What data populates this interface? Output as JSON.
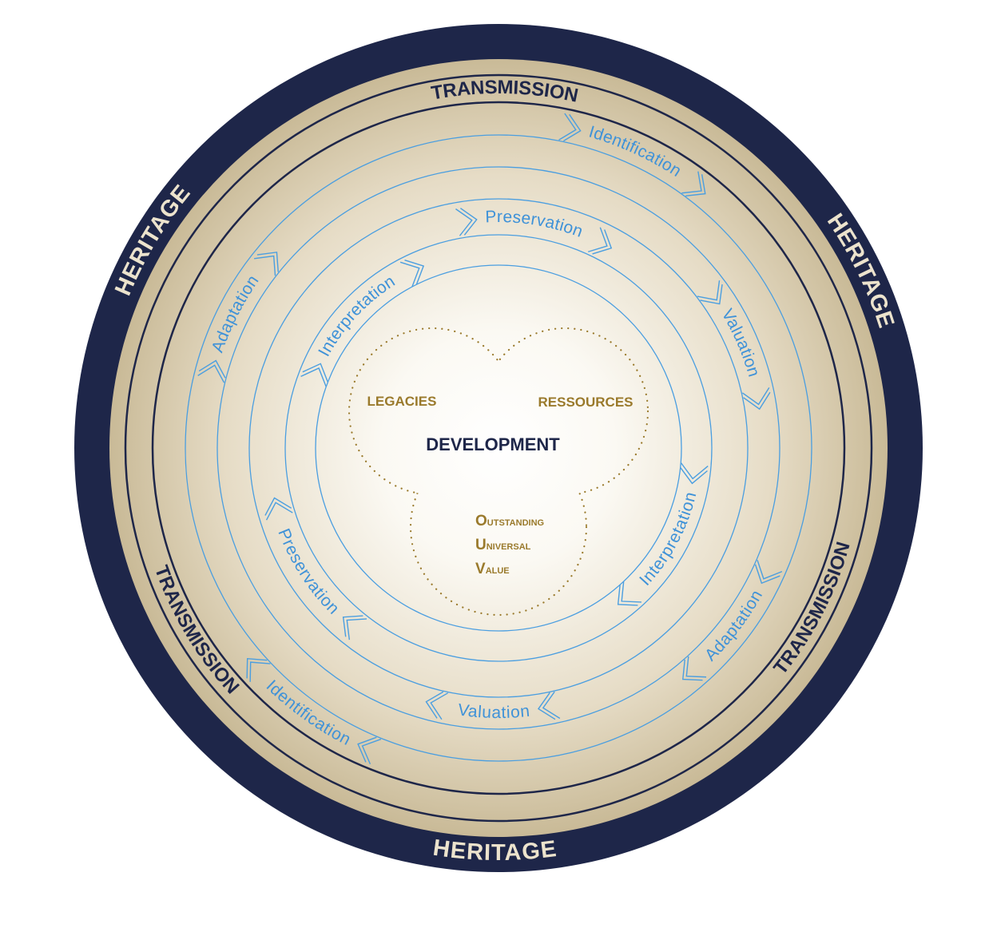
{
  "outer_ring": {
    "heritage_left": "HERITAGE",
    "heritage_right": "HERITAGE",
    "heritage_bottom": "HERITAGE",
    "transmission_top": "TRANSMISSION",
    "transmission_left": "TRANSMISSION",
    "transmission_right": "TRANSMISSION"
  },
  "cycle_steps": {
    "identification_top": "Identification",
    "identification_bottom": "Identification",
    "adaptation_left": "Adaptation",
    "adaptation_bottom": "Adaptation",
    "valuation_right": "Valuation",
    "valuation_bottom": "Valuation",
    "preservation_top": "Preservation",
    "preservation_bottom": "Preservation",
    "interpretation_left": "Interpretation",
    "interpretation_right": "Interpretation"
  },
  "center": {
    "title": "DEVELOPMENT",
    "legacies": "LEGACIES",
    "ressources": "RESSOURCES",
    "ouv": [
      {
        "initial": "O",
        "rest": "UTSTANDING"
      },
      {
        "initial": "U",
        "rest": "NIVERSAL"
      },
      {
        "initial": "V",
        "rest": "ALUE"
      }
    ]
  },
  "colors": {
    "navy": "#1e2649",
    "beige": "#cbbd9b",
    "blue": "#3f92d8",
    "gold": "#9a7a2c"
  }
}
